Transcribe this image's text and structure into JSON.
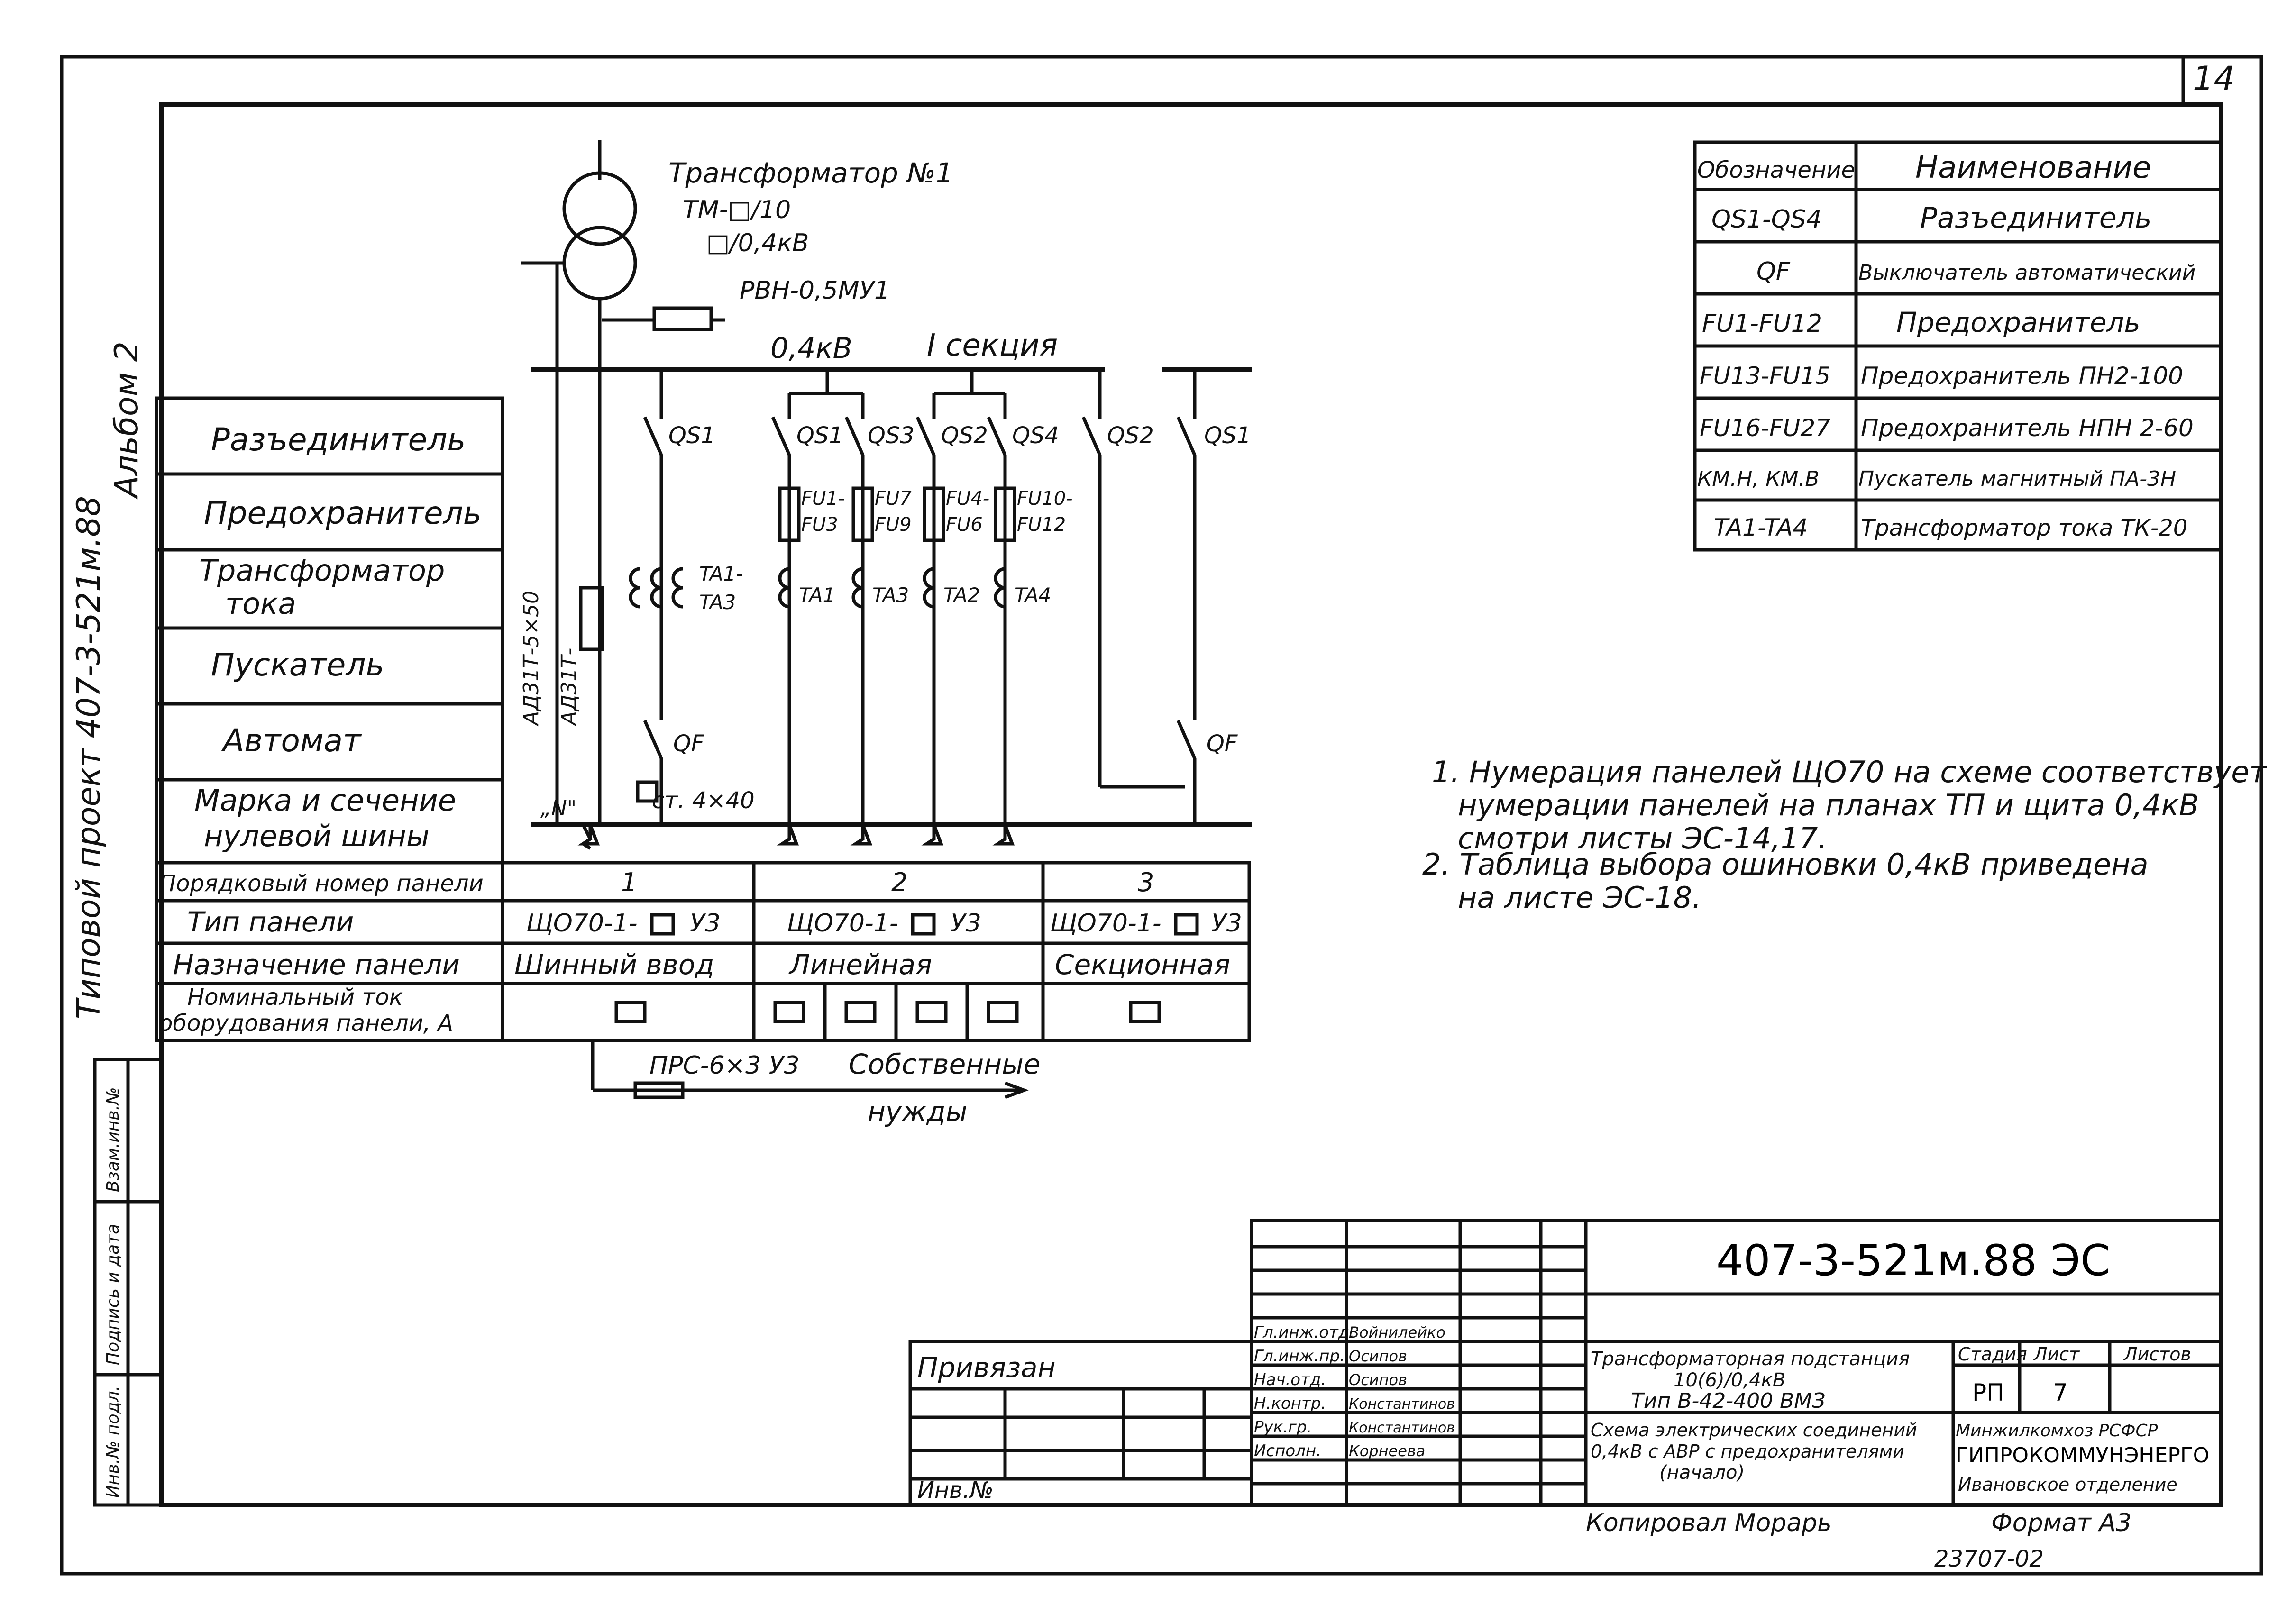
{
  "sheet_number": "14",
  "side_title": "Типовой проект 407-3-521м.88",
  "side_album": "Альбом 2",
  "side_stamp": [
    "Инв.№ подл.",
    "Подпись и дата",
    "Взам.инв.№"
  ],
  "transformer": {
    "label": "Трансформатор №1",
    "type_line1": "ТМ-□/10",
    "type_line2": "□/0,4кВ",
    "arrester": "РВН-0,5МУ1"
  },
  "bus": {
    "voltage": "0,4кВ",
    "section": "I секция"
  },
  "row_labels": [
    "Разъединитель",
    "Предохранитель",
    "Трансформатор",
    "тока",
    "Пускатель",
    "Автомат",
    "Марка и сечение",
    "нулевой шины"
  ],
  "switches": [
    "QS1",
    "QS1",
    "QS3",
    "QS2",
    "QS4",
    "QS2",
    "QS1"
  ],
  "fuses": [
    {
      "top": "FU1-",
      "bot": "FU3"
    },
    {
      "top": "FU7",
      "bot": "FU9"
    },
    {
      "top": "FU4-",
      "bot": "FU6"
    },
    {
      "top": "FU10-",
      "bot": "FU12"
    }
  ],
  "ct": {
    "group1_top": "TA1-",
    "group1_bot": "TA3",
    "labels": [
      "TA1",
      "TA3",
      "TA2",
      "TA4"
    ]
  },
  "breakers": [
    "QF",
    "QF"
  ],
  "cables": {
    "c1": "АД31Т-5×50",
    "c2": "АД31Т-",
    "neutral": "„N\"",
    "busbar": "ст. 4×40"
  },
  "panel_table": {
    "rows": [
      "Порядковый номер панели",
      "Тип панели",
      "Назначение панели",
      "Номинальный ток",
      "оборудования панели, А"
    ],
    "numbers": [
      "1",
      "2",
      "3"
    ],
    "types": [
      "ЩО70-1-",
      "У3",
      "ЩО70-1-",
      "У3",
      "ЩО70-1-",
      "У3"
    ],
    "purposes": [
      "Шинный ввод",
      "Линейная",
      "Секционная"
    ]
  },
  "aux": {
    "cable": "ПРС-6×3 У3",
    "label1": "Собственные",
    "label2": "нужды"
  },
  "legend": {
    "headers": [
      "Обозначение",
      "Наименование"
    ],
    "rows": [
      [
        "QS1-QS4",
        "Разъединитель"
      ],
      [
        "QF",
        "Выключатель автоматический"
      ],
      [
        "FU1-FU12",
        "Предохранитель"
      ],
      [
        "FU13-FU15",
        "Предохранитель ПН2-100"
      ],
      [
        "FU16-FU27",
        "Предохранитель НПН 2-60"
      ],
      [
        "КМ.Н, КМ.В",
        "Пускатель магнитный ПА-3Н"
      ],
      [
        "TA1-TA4",
        "Трансформатор тока ТК-20"
      ]
    ]
  },
  "notes": [
    "1. Нумерация панелей ЩО70 на схеме соответствует",
    "нумерации панелей на планах ТП и щита 0,4кВ",
    "смотри листы ЭС-14,17.",
    "2. Таблица выбора ошиновки 0,4кВ  приведена",
    "на листе ЭС-18."
  ],
  "title_block": {
    "code": "407-3-521м.88  ЭС",
    "privyazan": "Привязан",
    "inv": "Инв.№",
    "roles": [
      "Гл.инж.отд.",
      "Гл.инж.пр.",
      "Нач.отд.",
      "Н.контр.",
      "Рук.гр.",
      "Исполн."
    ],
    "names": [
      "Войнилейко",
      "Осипов",
      "Осипов",
      "Константинов",
      "Константинов",
      "Корнеева"
    ],
    "object_lines": [
      "Трансформаторная подстанция",
      "10(6)/0,4кВ",
      "Тип В-42-400 ВМЗ"
    ],
    "sheet_lines": [
      "Схема электрических соединений",
      "0,4кВ с АВР с предохранителями",
      "(начало)"
    ],
    "stage_hdr": [
      "Стадия",
      "Лист",
      "Листов"
    ],
    "stage_val": [
      "РП",
      "7",
      ""
    ],
    "org": [
      "Минжилкомхоз РСФСР",
      "ГИПРОКОММУНЭНЕРГО",
      "Ивановское отделение"
    ],
    "copied": "Копировал  Морарь",
    "format": "Формат А3",
    "archive": "23707-02"
  }
}
